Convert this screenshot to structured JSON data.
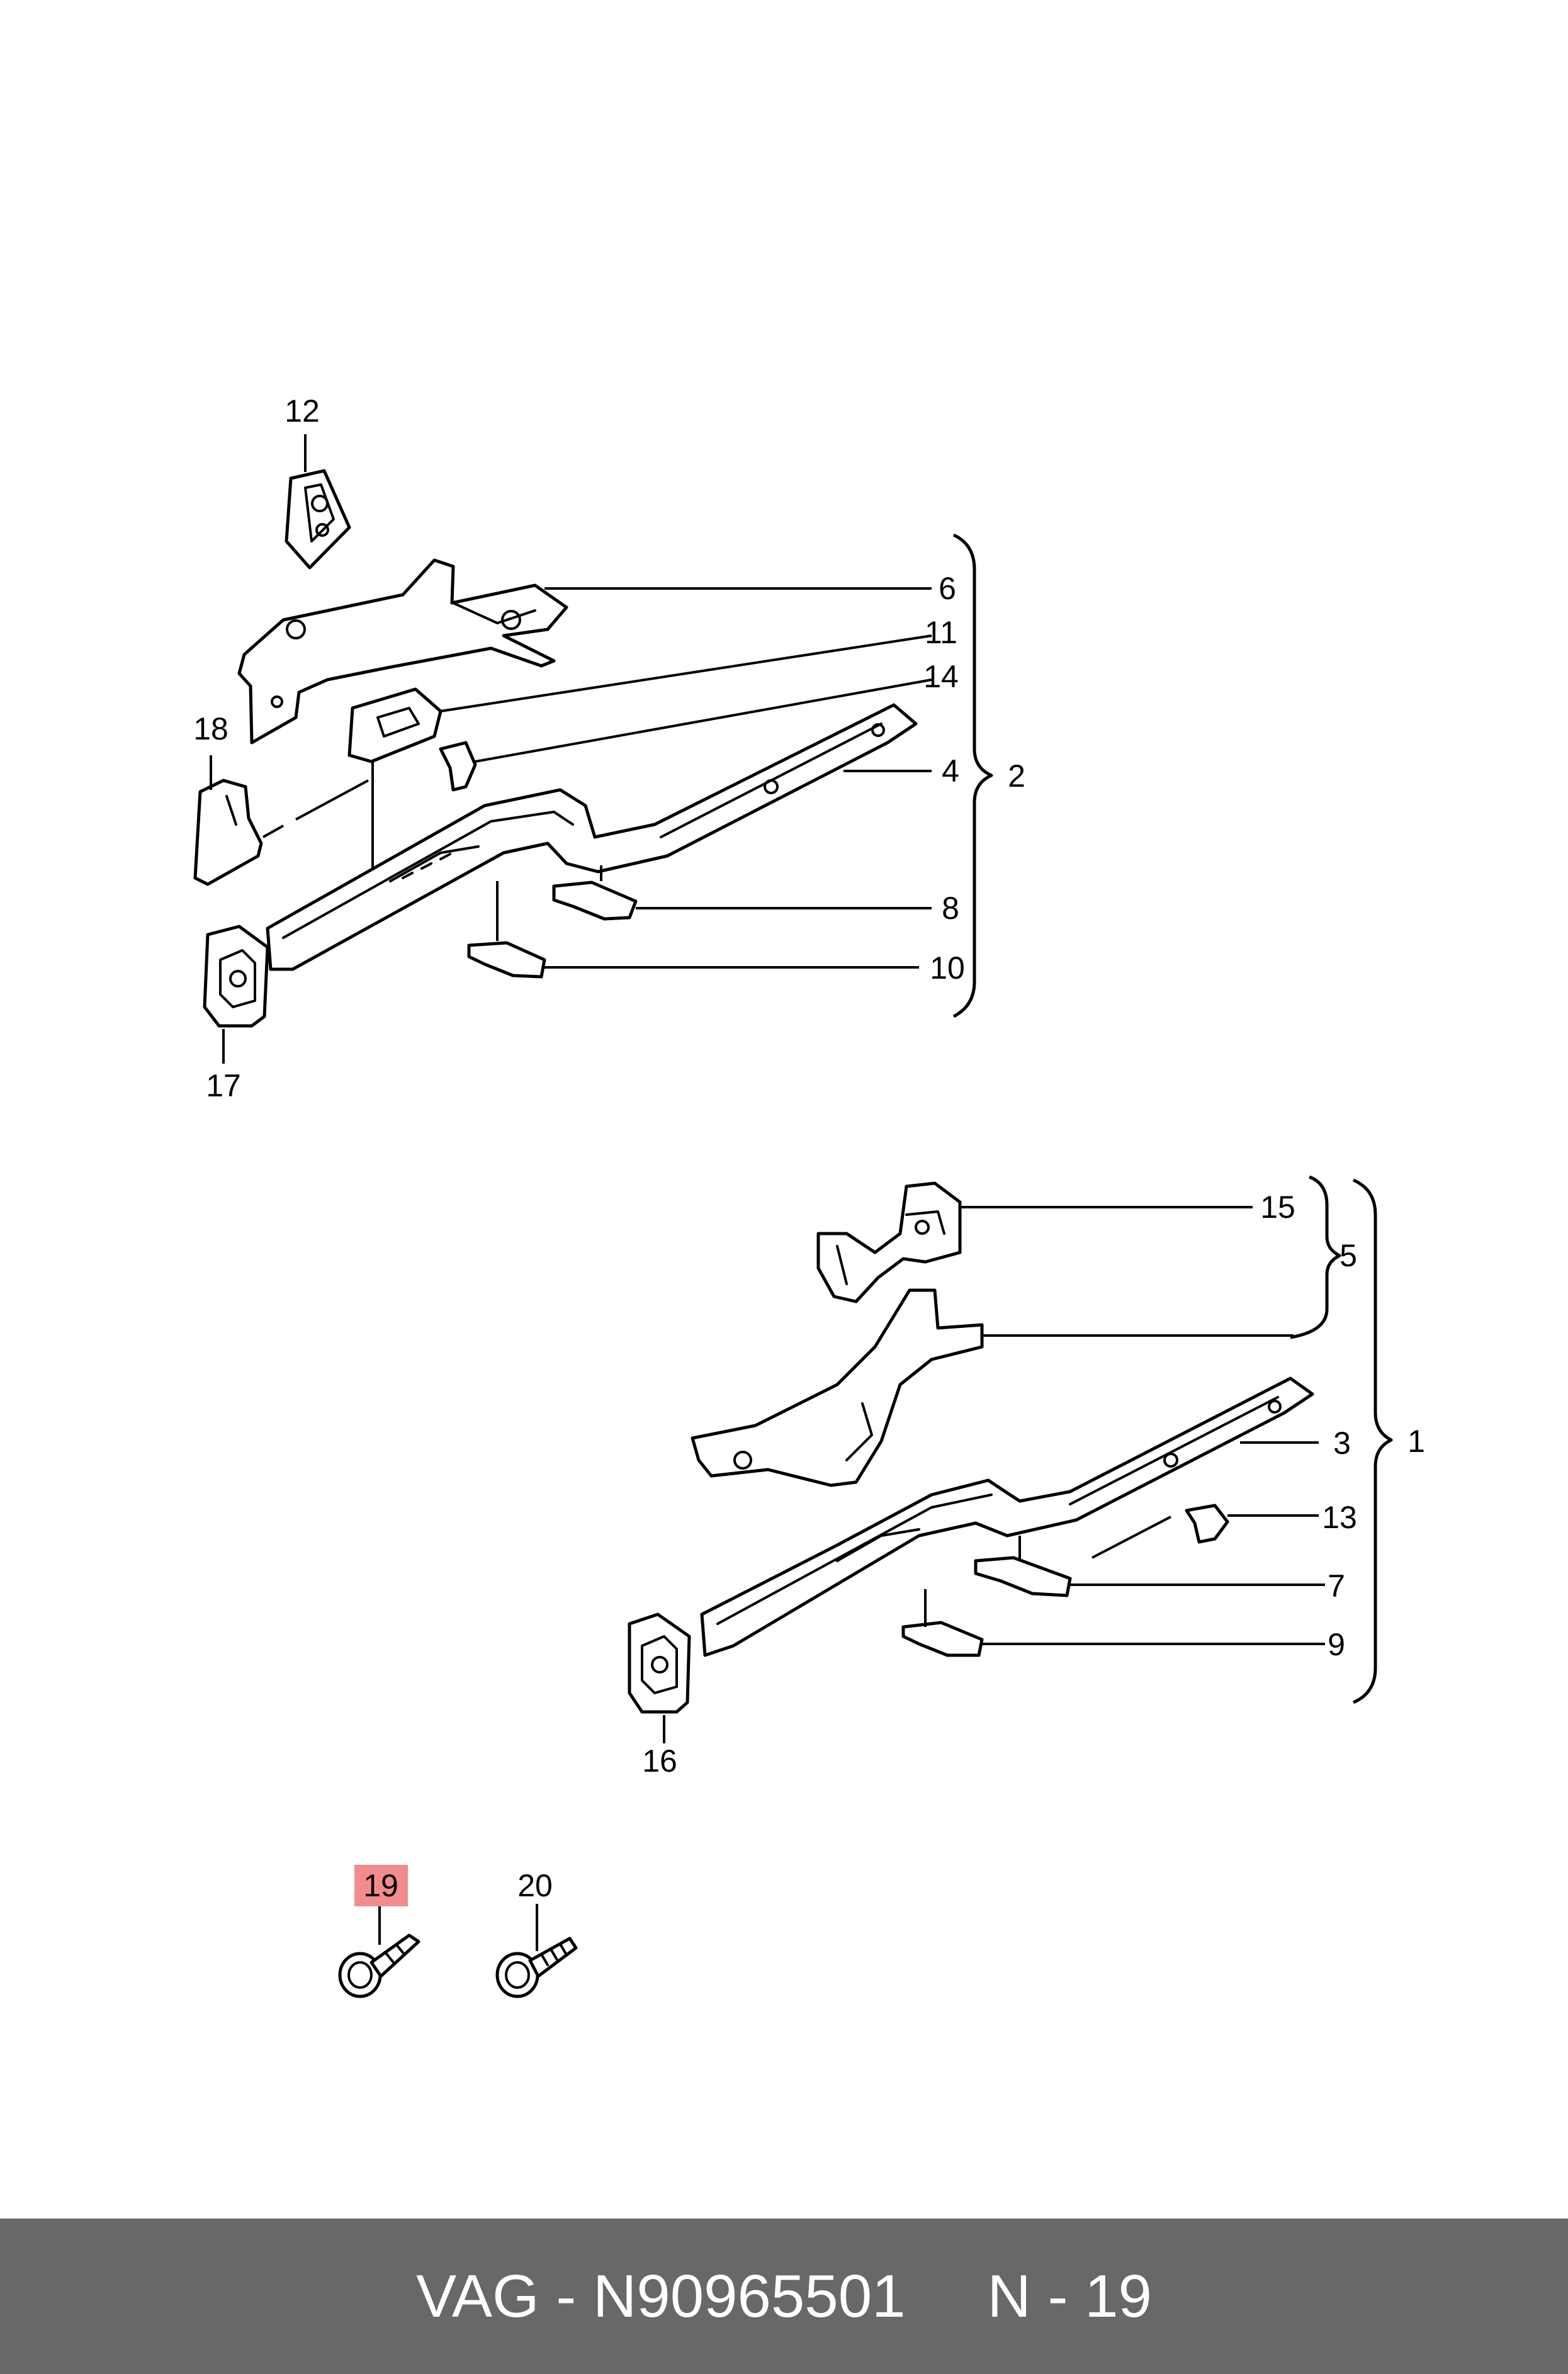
{
  "callouts": {
    "c1": "1",
    "c2": "2",
    "c3": "3",
    "c4": "4",
    "c5": "5",
    "c6": "6",
    "c7": "7",
    "c8": "8",
    "c9": "9",
    "c10": "10",
    "c11": "11",
    "c12": "12",
    "c13": "13",
    "c14": "14",
    "c15": "15",
    "c16": "16",
    "c17": "17",
    "c18": "18",
    "c19": "19",
    "c20": "20"
  },
  "highlighted_callout": "19",
  "colors": {
    "highlight": "#f28c8c",
    "footer_bg": "#686868",
    "footer_text": "#ffffff"
  },
  "footer": {
    "part_label": "VAG - N90965501",
    "position_label": "N - 19"
  }
}
